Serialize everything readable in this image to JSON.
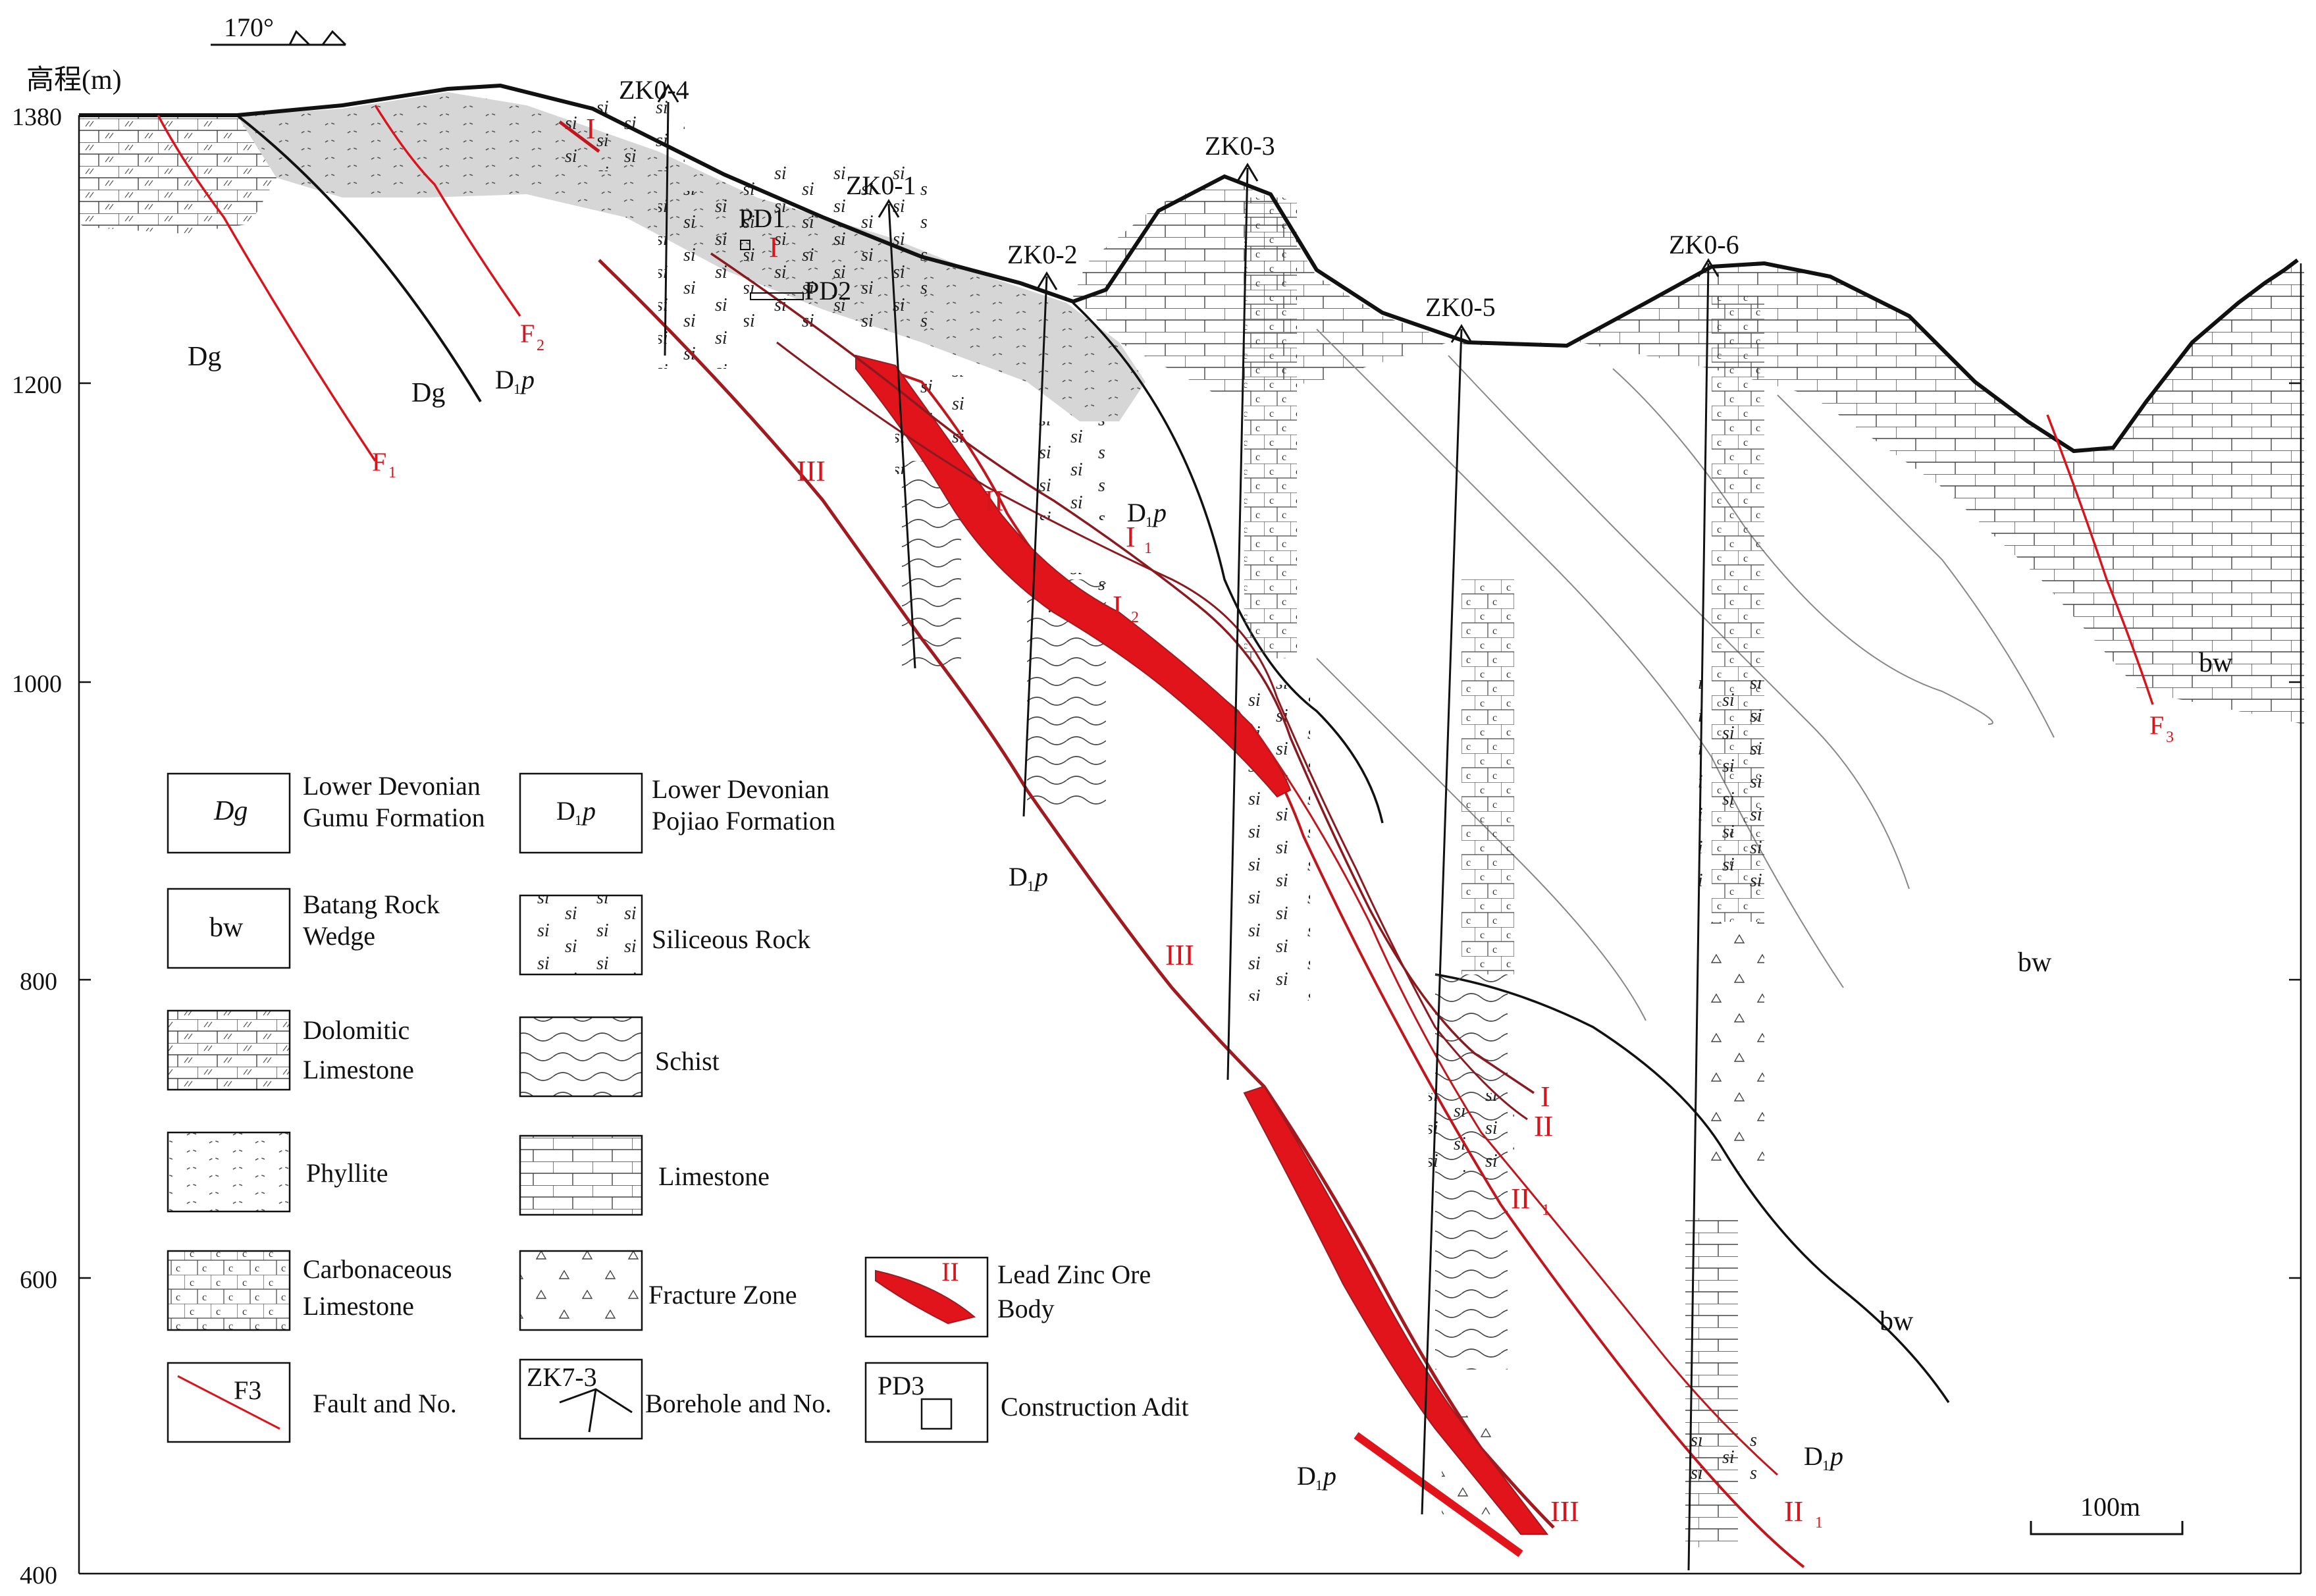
{
  "header": {
    "azimuth": "170°",
    "elevation_label": "高程(m)",
    "y_ticks": [
      "1380",
      "1200",
      "1000",
      "800",
      "600",
      "400"
    ]
  },
  "boreholes": [
    "ZK0-4",
    "ZK0-1",
    "ZK0-2",
    "ZK0-3",
    "ZK0-5",
    "ZK0-6"
  ],
  "adits": [
    "PD1",
    "PD2"
  ],
  "faults": {
    "f1": "F",
    "f1_sub": "1",
    "f2": "F",
    "f2_sub": "2",
    "f3": "F",
    "f3_sub": "3"
  },
  "formations": {
    "dg": "Dg",
    "d1p_main": "D",
    "d1p_sub": "1",
    "d1p_p": "p",
    "bw": "bw"
  },
  "ore_bodies": {
    "i": "I",
    "ii": "II",
    "iii": "III",
    "i1": "I",
    "i1_sub": "1",
    "i2": "I",
    "i2_sub": "2",
    "ii1": "II",
    "ii1_sub": "1"
  },
  "scale_bar": "100m",
  "legend": {
    "dg_sym": "Dg",
    "dg": "Lower Devonian Gumu Formation",
    "d1p": "Lower Devonian Pojiao Formation",
    "bw_sym": "bw",
    "bw": "Batang Rock Wedge",
    "si": "Siliceous Rock",
    "dolo": "Dolomitic Limestone",
    "schist": "Schist",
    "phyllite": "Phyllite",
    "limestone": "Limestone",
    "carb": "Carbonaceous Limestone",
    "fracture": "Fracture Zone",
    "ore_sym": "II",
    "ore": "Lead Zinc Ore Body",
    "fault_sym": "F3",
    "fault": "Fault and No.",
    "bh_sym": "ZK7-3",
    "borehole": "Borehole and No.",
    "pd_sym": "PD3",
    "adit": "Construction Adit"
  },
  "colors": {
    "fault": "#d8141c",
    "ore": "#e1141c",
    "phyllite_fill": "#d6d6d6",
    "line": "#111111"
  }
}
